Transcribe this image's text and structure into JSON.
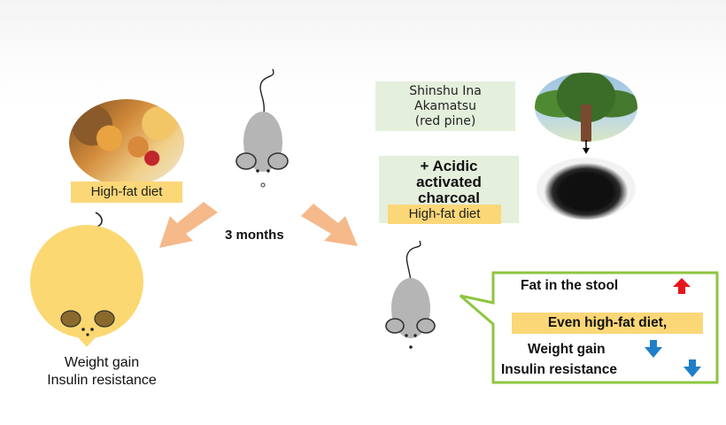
{
  "labels": {
    "high_fat_left": "High-fat diet",
    "pine_line1": "Shinshu Ina",
    "pine_line2": "Akamatsu",
    "pine_line3": "(red pine)",
    "charcoal_line1": "+ Acidic",
    "charcoal_line2": "activated",
    "charcoal_line3": "charcoal",
    "high_fat_right": "High-fat diet",
    "duration": "3 months",
    "left_outcome_line1": "Weight gain",
    "left_outcome_line2": "Insulin resistance"
  },
  "callout": {
    "fat_in_stool": "Fat in the stool",
    "even_high_fat": "Even high-fat diet,",
    "weight_gain": "Weight gain",
    "insulin_resistance": "Insulin resistance"
  },
  "colors": {
    "mouse_gray": "#b5b5b5",
    "mouse_yellow": "#fcd872",
    "label_yellow": "#fbd778",
    "label_green": "#e4efdc",
    "arrow_peach": "#f5b98a",
    "callout_border": "#8cc63f",
    "up_arrow": "#e8151b",
    "down_arrow": "#1f7fc9"
  },
  "icons": {
    "fat_in_stool_trend": "up-arrow-icon",
    "weight_gain_trend": "down-arrow-icon",
    "insulin_resistance_trend": "down-arrow-icon"
  }
}
